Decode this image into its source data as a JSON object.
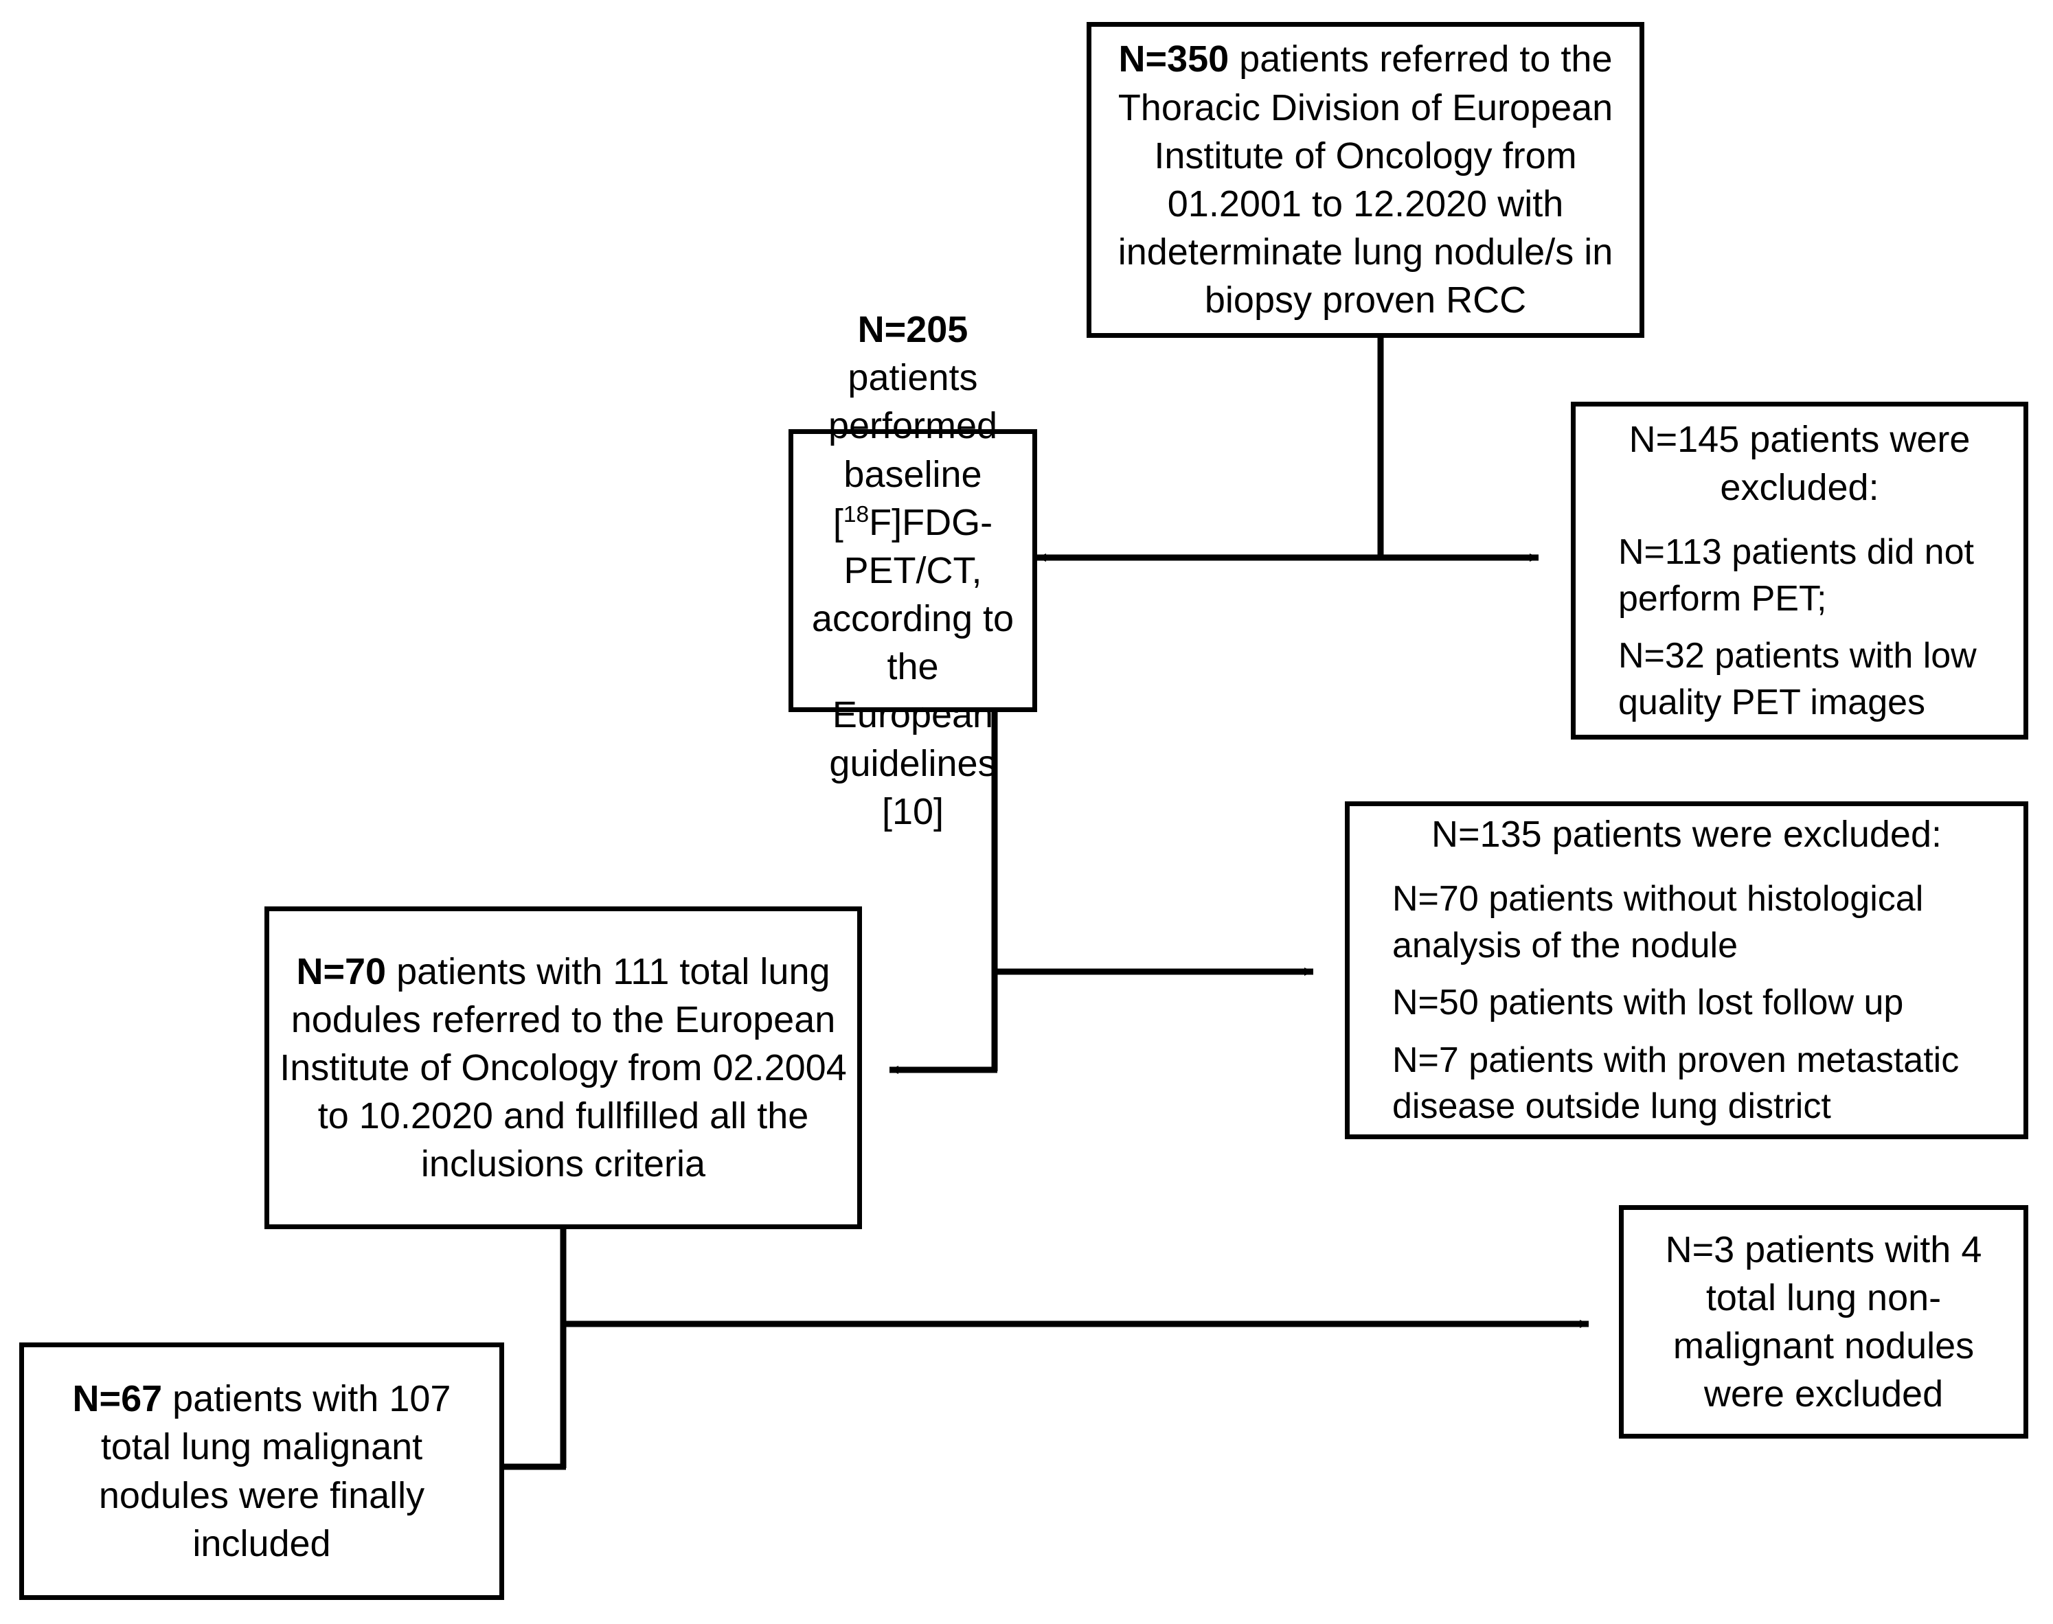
{
  "diagram": {
    "type": "patient-selection-flowchart",
    "line_color": "#000000",
    "box_fill": "#ffffff"
  },
  "boxes": {
    "enrolled": {
      "id": "N350",
      "count_label": "N=350",
      "body": " patients referred to the Thoracic Division of European Institute of Oncology from 01.2001 to 12.2020 with indeterminate lung nodule/s in biopsy proven RCC"
    },
    "pet_performed": {
      "id": "N205",
      "count_label": "N=205",
      "body_part1": " patients performed  baseline [",
      "body_sup": "18",
      "body_part2": "F]FDG-PET/CT, according to the European guidelines [10]"
    },
    "excluded_145": {
      "id": "N145",
      "heading": "N=145 patients were excluded:",
      "reasons": [
        "N=113 patients did not perform PET;",
        "N=32 patients with low quality PET images"
      ]
    },
    "excluded_135": {
      "id": "N135",
      "heading": "N=135 patients were excluded:",
      "reasons": [
        "N=70 patients without histological analysis of the nodule",
        "N=50 patients with lost follow up",
        "N=7 patients with proven metastatic disease outside lung district"
      ]
    },
    "included_70": {
      "id": "N70",
      "count_label": "N=70",
      "body": " patients with 111 total lung nodules referred to the European Institute of Oncology from 02.2004 to 10.2020 and fullfilled all the inclusions criteria"
    },
    "excluded_3": {
      "id": "N3",
      "body": "N=3 patients with 4 total lung non-malignant nodules were excluded"
    },
    "final_67": {
      "id": "N67",
      "count_label": "N=67",
      "body": " patients with 107 total lung malignant nodules were finally included"
    }
  },
  "connectors": [
    {
      "name": "enrolled-split",
      "from": "enrolled",
      "to_left": "pet_performed",
      "to_right": "excluded_145",
      "arrowheads": "both"
    },
    {
      "name": "pet-to-excluded-135",
      "from": "pet_performed",
      "to": "excluded_135",
      "arrowheads": "right"
    },
    {
      "name": "pet-to-included-70",
      "from": "pet_performed",
      "to": "included_70",
      "arrowheads": "left"
    },
    {
      "name": "included70-to-excluded-3",
      "from": "included_70",
      "to": "excluded_3",
      "arrowheads": "right"
    },
    {
      "name": "included70-to-final-67",
      "from": "included_70",
      "to": "final_67",
      "arrowheads": "left"
    }
  ]
}
